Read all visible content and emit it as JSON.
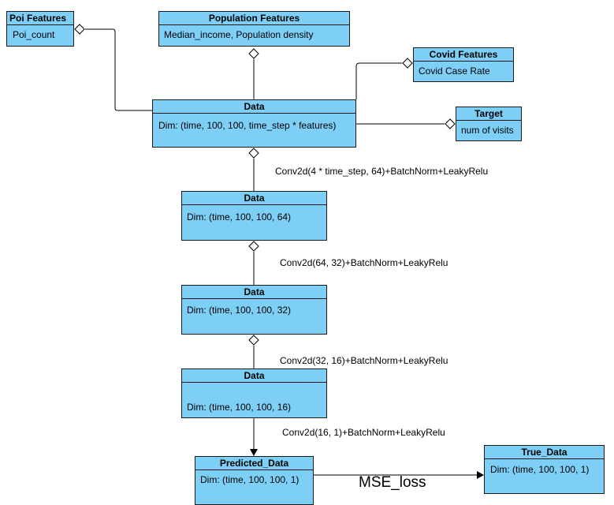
{
  "nodes": {
    "poi": {
      "title": "Poi Features",
      "body": "Poi_count"
    },
    "population": {
      "title": "Population Features",
      "body": "Median_income, Population density"
    },
    "covid": {
      "title": "Covid Features",
      "body": "Covid Case Rate"
    },
    "target": {
      "title": "Target",
      "body": "num of visits"
    },
    "data_input": {
      "title": "Data",
      "body": "Dim: (time, 100, 100, time_step * features)"
    },
    "data_64": {
      "title": "Data",
      "body": "Dim: (time, 100, 100, 64)"
    },
    "data_32": {
      "title": "Data",
      "body": "Dim: (time, 100, 100, 32)"
    },
    "data_16": {
      "title": "Data",
      "body": "Dim: (time, 100, 100, 16)"
    },
    "predicted": {
      "title": "Predicted_Data",
      "body": "Dim: (time, 100, 100, 1)"
    },
    "true_data": {
      "title": "True_Data",
      "body": "Dim: (time, 100, 100, 1)"
    }
  },
  "edges": {
    "conv1": "Conv2d(4 * time_step, 64)+BatchNorm+LeakyRelu",
    "conv2": "Conv2d(64, 32)+BatchNorm+LeakyRelu",
    "conv3": "Conv2d(32, 16)+BatchNorm+LeakyRelu",
    "conv4": "Conv2d(16, 1)+BatchNorm+LeakyRelu",
    "loss": "MSE_loss"
  },
  "colors": {
    "node_fill": "#7dcff6",
    "border": "#1a1a1a",
    "line": "#000000"
  }
}
